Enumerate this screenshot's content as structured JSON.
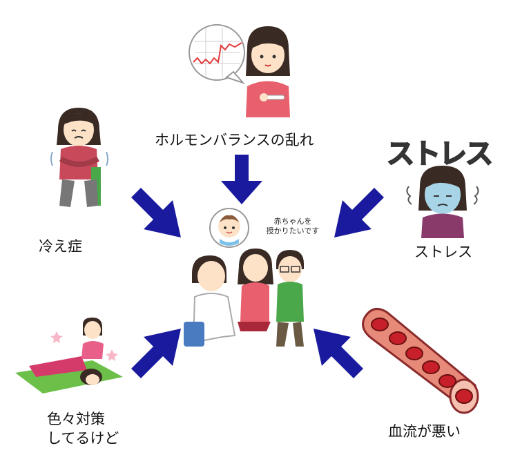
{
  "labels": {
    "hormone": "ホルモンバランスの乱れ",
    "cold": "冷え症",
    "stress": "ストレス",
    "stress_word": "ストレス",
    "blood": "血流が悪い",
    "various_1": "色々対策",
    "various_2": "してるけど"
  },
  "speech": {
    "line1": "赤ちゃんを",
    "line2": "授かりたいです"
  },
  "colors": {
    "arrow": "#1a1a9e",
    "skin": "#fde2c8",
    "hair": "#3a2a24",
    "pink_shirt": "#e8606e",
    "green_shirt": "#4aa84a",
    "blood_red": "#c8202a"
  }
}
